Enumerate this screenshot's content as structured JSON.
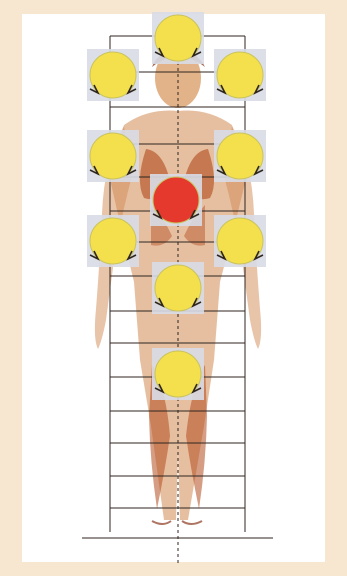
{
  "diagram": {
    "nodes": [
      {
        "key": "crown",
        "color": "#f4df4c"
      },
      {
        "key": "upper-left",
        "color": "#f4df4c"
      },
      {
        "key": "upper-right",
        "color": "#f4df4c"
      },
      {
        "key": "shoulder-left",
        "color": "#f4df4c"
      },
      {
        "key": "shoulder-right",
        "color": "#f4df4c"
      },
      {
        "key": "center",
        "color": "#e6392d"
      },
      {
        "key": "waist-left",
        "color": "#f4df4c"
      },
      {
        "key": "waist-right",
        "color": "#f4df4c"
      },
      {
        "key": "abdomen",
        "color": "#f4df4c"
      },
      {
        "key": "pelvis",
        "color": "#f4df4c"
      }
    ],
    "tile_color": "#d8dbe6",
    "line_color": "#2f2620",
    "figure_color": "#c86f3c"
  }
}
